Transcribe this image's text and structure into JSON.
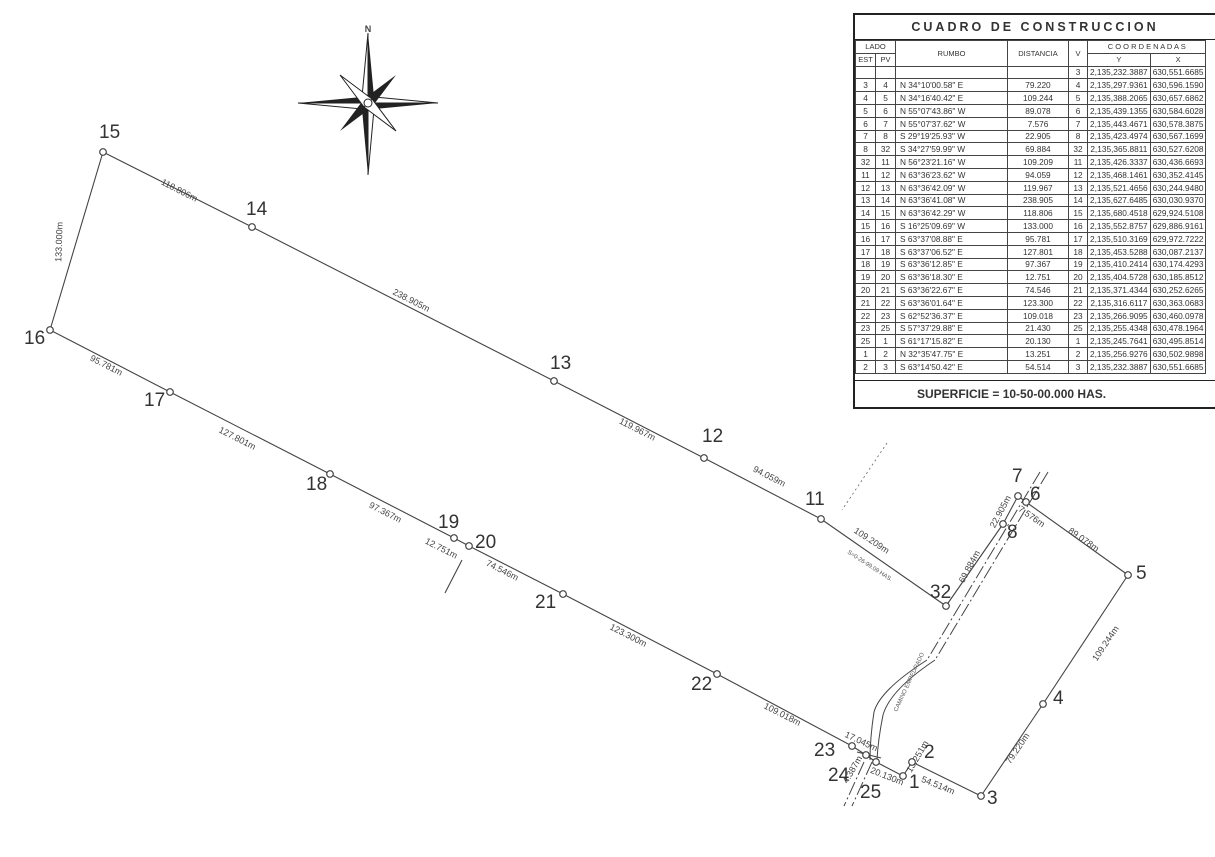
{
  "compass": {
    "north_label": "N",
    "icon": "compass-rose-icon"
  },
  "vertices": [
    {
      "id": "1",
      "label": "1"
    },
    {
      "id": "2",
      "label": "2"
    },
    {
      "id": "3",
      "label": "3"
    },
    {
      "id": "4",
      "label": "4"
    },
    {
      "id": "5",
      "label": "5"
    },
    {
      "id": "6",
      "label": "6"
    },
    {
      "id": "7",
      "label": "7"
    },
    {
      "id": "8",
      "label": "8"
    },
    {
      "id": "11",
      "label": "11"
    },
    {
      "id": "12",
      "label": "12"
    },
    {
      "id": "13",
      "label": "13"
    },
    {
      "id": "14",
      "label": "14"
    },
    {
      "id": "15",
      "label": "15"
    },
    {
      "id": "16",
      "label": "16"
    },
    {
      "id": "17",
      "label": "17"
    },
    {
      "id": "18",
      "label": "18"
    },
    {
      "id": "19",
      "label": "19"
    },
    {
      "id": "20",
      "label": "20"
    },
    {
      "id": "21",
      "label": "21"
    },
    {
      "id": "22",
      "label": "22"
    },
    {
      "id": "23",
      "label": "23"
    },
    {
      "id": "24",
      "label": "24"
    },
    {
      "id": "25",
      "label": "25"
    },
    {
      "id": "32",
      "label": "32"
    }
  ],
  "distances": [
    "118.806m",
    "238.905m",
    "119.967m",
    "94.059m",
    "109.209m",
    "69.884m",
    "22.905m",
    "7.576m",
    "89.078m",
    "109.244m",
    "79.220m",
    "54.514m",
    "13.251m",
    "20.130m",
    "4.387m",
    "17.045m",
    "109.018m",
    "123.300m",
    "74.546m",
    "12.751m",
    "97.367m",
    "127.801m",
    "95.781m",
    "133.000m"
  ],
  "map_notes": {
    "road": "CAMINO EMPEDRADO",
    "area_note": "S=0-26-99.09 HAS."
  },
  "table": {
    "title": "CUADRO DE CONSTRUCCION",
    "headers": {
      "lado": "LADO",
      "est": "EST",
      "pv": "PV",
      "rumbo": "RUMBO",
      "distancia": "DISTANCIA",
      "v": "V",
      "coordenadas": "C O O R D E N A D A S",
      "y": "Y",
      "x": "X"
    },
    "first_row": {
      "v": "3",
      "y": "2,135,232.3887",
      "x": "630,551.6685"
    },
    "rows": [
      {
        "est": "3",
        "pv": "4",
        "rumbo": "N  34°10'00.58\"  E",
        "dist": "79.220",
        "v": "4",
        "y": "2,135,297.9361",
        "x": "630,596.1590"
      },
      {
        "est": "4",
        "pv": "5",
        "rumbo": "N  34°16'40.42\"  E",
        "dist": "109.244",
        "v": "5",
        "y": "2,135,388.2065",
        "x": "630,657.6862"
      },
      {
        "est": "5",
        "pv": "6",
        "rumbo": "N  55°07'43.86\"  W",
        "dist": "89.078",
        "v": "6",
        "y": "2,135,439.1355",
        "x": "630,584.6028"
      },
      {
        "est": "6",
        "pv": "7",
        "rumbo": "N  55°07'37.62\"  W",
        "dist": "7.576",
        "v": "7",
        "y": "2,135,443.4671",
        "x": "630,578.3875"
      },
      {
        "est": "7",
        "pv": "8",
        "rumbo": "S  29°19'25.93\"  W",
        "dist": "22.905",
        "v": "8",
        "y": "2,135,423.4974",
        "x": "630,567.1699"
      },
      {
        "est": "8",
        "pv": "32",
        "rumbo": "S  34°27'59.99\"  W",
        "dist": "69.884",
        "v": "32",
        "y": "2,135,365.8811",
        "x": "630,527.6208"
      },
      {
        "est": "32",
        "pv": "11",
        "rumbo": "N  56°23'21.16\"  W",
        "dist": "109.209",
        "v": "11",
        "y": "2,135,426.3337",
        "x": "630,436.6693"
      },
      {
        "est": "11",
        "pv": "12",
        "rumbo": "N  63°36'23.62\"  W",
        "dist": "94.059",
        "v": "12",
        "y": "2,135,468.1461",
        "x": "630,352.4145"
      },
      {
        "est": "12",
        "pv": "13",
        "rumbo": "N  63°36'42.09\"  W",
        "dist": "119.967",
        "v": "13",
        "y": "2,135,521.4656",
        "x": "630,244.9480"
      },
      {
        "est": "13",
        "pv": "14",
        "rumbo": "N  63°36'41.08\"  W",
        "dist": "238.905",
        "v": "14",
        "y": "2,135,627.6485",
        "x": "630,030.9370"
      },
      {
        "est": "14",
        "pv": "15",
        "rumbo": "N  63°36'42.29\"  W",
        "dist": "118.806",
        "v": "15",
        "y": "2,135,680.4518",
        "x": "629,924.5108"
      },
      {
        "est": "15",
        "pv": "16",
        "rumbo": "S  16°25'09.69\"  W",
        "dist": "133.000",
        "v": "16",
        "y": "2,135,552.8757",
        "x": "629,886.9161"
      },
      {
        "est": "16",
        "pv": "17",
        "rumbo": "S  63°37'08.88\"  E",
        "dist": "95.781",
        "v": "17",
        "y": "2,135,510.3169",
        "x": "629,972.7222"
      },
      {
        "est": "17",
        "pv": "18",
        "rumbo": "S  63°37'06.52\"  E",
        "dist": "127.801",
        "v": "18",
        "y": "2,135,453.5288",
        "x": "630,087.2137"
      },
      {
        "est": "18",
        "pv": "19",
        "rumbo": "S  63°36'12.85\"  E",
        "dist": "97.367",
        "v": "19",
        "y": "2,135,410.2414",
        "x": "630,174.4293"
      },
      {
        "est": "19",
        "pv": "20",
        "rumbo": "S  63°36'18.30\"  E",
        "dist": "12.751",
        "v": "20",
        "y": "2,135,404.5728",
        "x": "630,185.8512"
      },
      {
        "est": "20",
        "pv": "21",
        "rumbo": "S  63°36'22.67\"  E",
        "dist": "74.546",
        "v": "21",
        "y": "2,135,371.4344",
        "x": "630,252.6265"
      },
      {
        "est": "21",
        "pv": "22",
        "rumbo": "S  63°36'01.64\"  E",
        "dist": "123.300",
        "v": "22",
        "y": "2,135,316.6117",
        "x": "630,363.0683"
      },
      {
        "est": "22",
        "pv": "23",
        "rumbo": "S  62°52'36.37\"  E",
        "dist": "109.018",
        "v": "23",
        "y": "2,135,266.9095",
        "x": "630,460.0978"
      },
      {
        "est": "23",
        "pv": "25",
        "rumbo": "S  57°37'29.88\"  E",
        "dist": "21.430",
        "v": "25",
        "y": "2,135,255.4348",
        "x": "630,478.1964"
      },
      {
        "est": "25",
        "pv": "1",
        "rumbo": "S  61°17'15.82\"  E",
        "dist": "20.130",
        "v": "1",
        "y": "2,135,245.7641",
        "x": "630,495.8514"
      },
      {
        "est": "1",
        "pv": "2",
        "rumbo": "N  32°35'47.75\"  E",
        "dist": "13.251",
        "v": "2",
        "y": "2,135,256.9276",
        "x": "630,502.9898"
      },
      {
        "est": "2",
        "pv": "3",
        "rumbo": "S  63°14'50.42\"  E",
        "dist": "54.514",
        "v": "3",
        "y": "2,135,232.3887",
        "x": "630,551.6685"
      }
    ],
    "superficie": "SUPERFICIE = 10-50-00.000 HAS."
  }
}
